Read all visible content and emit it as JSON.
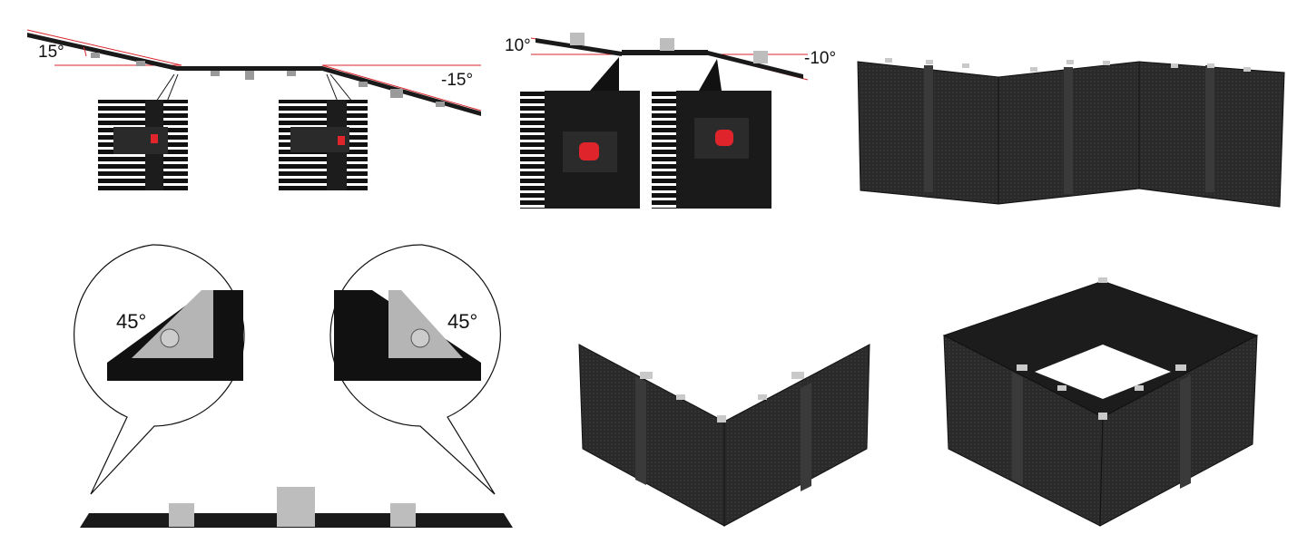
{
  "angles": {
    "splice_up_15": "15°",
    "splice_down_15": "-15°",
    "splice_up_10": "10°",
    "splice_down_10": "-10°",
    "corner_left_45": "45°",
    "corner_right_45": "45°"
  },
  "colors": {
    "panel": "#1a1a1a",
    "panel_face": "#2b2b2b",
    "guide_line": "#d9262c",
    "lock_red": "#e0242b",
    "bracket": "#b9b9b9"
  }
}
